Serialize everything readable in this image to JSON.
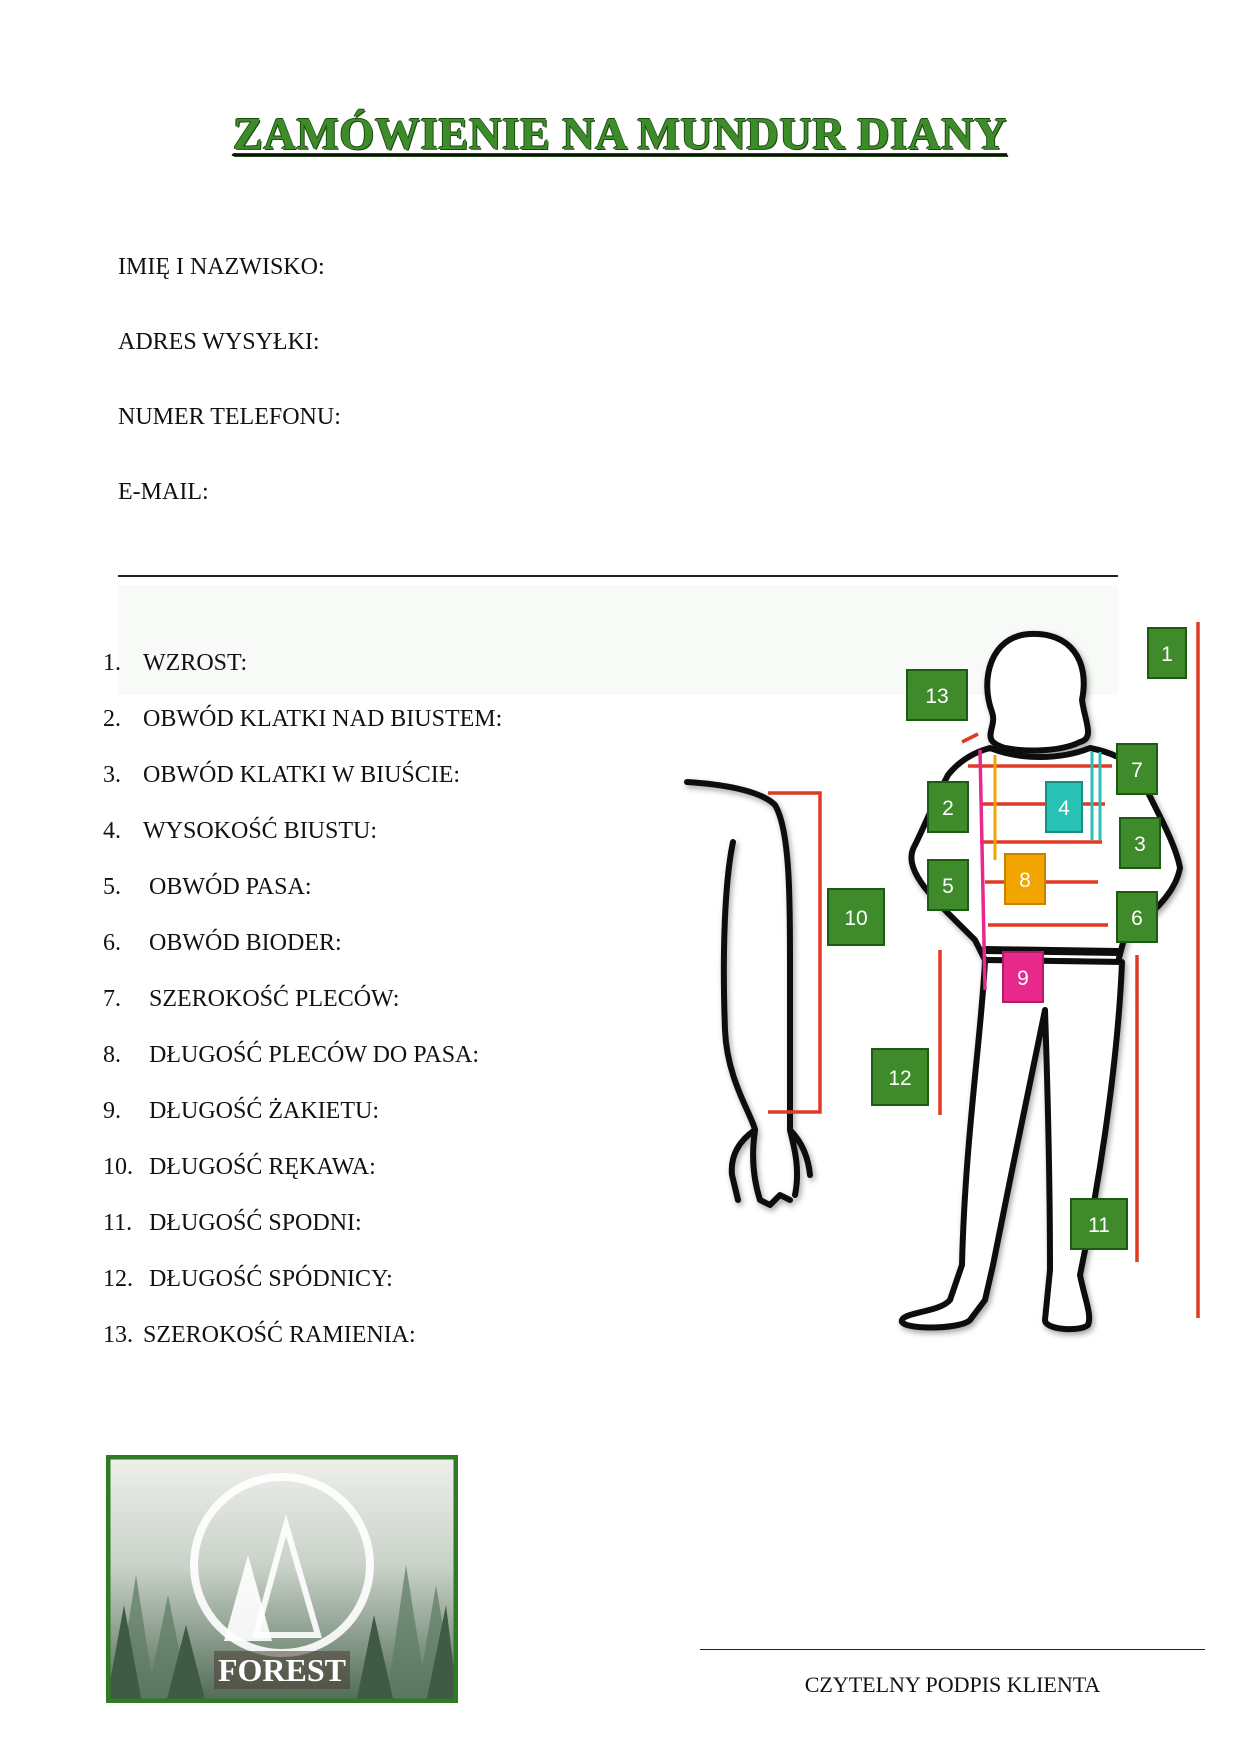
{
  "title": "ZAMÓWIENIE NA MUNDUR DIANY",
  "fields": {
    "name": "IMIĘ I NAZWISKO:",
    "address": "ADRES WYSYŁKI:",
    "phone": "NUMER TELEFONU:",
    "email": "E-MAIL:"
  },
  "measurements": [
    {
      "num": "1.",
      "label": "WZROST:"
    },
    {
      "num": "2.",
      "label": "OBWÓD KLATKI NAD BIUSTEM:"
    },
    {
      "num": "3.",
      "label": "OBWÓD KLATKI W BIUŚCIE:"
    },
    {
      "num": "4.",
      "label": "WYSOKOŚĆ BIUSTU:"
    },
    {
      "num": "5.",
      "label": " OBWÓD PASA:"
    },
    {
      "num": "6.",
      "label": " OBWÓD BIODER:"
    },
    {
      "num": "7.",
      "label": " SZEROKOŚĆ PLECÓW:"
    },
    {
      "num": "8.",
      "label": " DŁUGOŚĆ PLECÓW DO PASA:"
    },
    {
      "num": "9.",
      "label": " DŁUGOŚĆ ŻAKIETU:"
    },
    {
      "num": "10.",
      "label": " DŁUGOŚĆ RĘKAWA:"
    },
    {
      "num": "11.",
      "label": " DŁUGOŚĆ SPODNI:"
    },
    {
      "num": "12.",
      "label": " DŁUGOŚĆ SPÓDNICY:"
    },
    {
      "num": "13.",
      "label": "SZEROKOŚĆ RAMIENIA:"
    }
  ],
  "diagram_badges": [
    "1",
    "2",
    "3",
    "4",
    "5",
    "6",
    "7",
    "8",
    "9",
    "10",
    "11",
    "12",
    "13"
  ],
  "logo_text": "FOREST",
  "signature_label": "CZYTELNY PODPIS KLIENTA",
  "colors": {
    "title_green": "#3d8c2a",
    "badge_green": "#3f8a2a",
    "teal": "#27c2b4",
    "orange": "#f2a500",
    "pink": "#e8288a",
    "red": "#e03a22"
  }
}
